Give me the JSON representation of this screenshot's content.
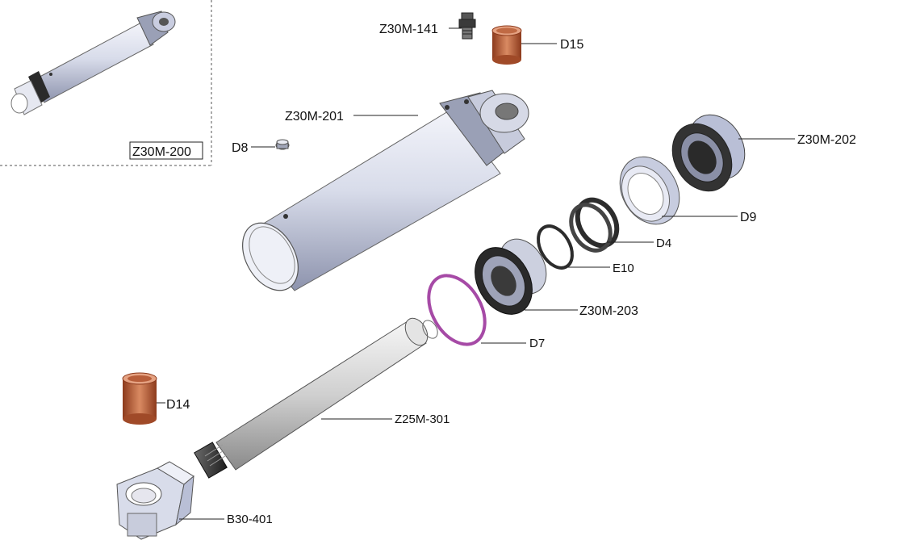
{
  "inset": {
    "label": "Z30M-200"
  },
  "labels": {
    "z30m_141": "Z30M-141",
    "d15": "D15",
    "z30m_201": "Z30M-201",
    "d8": "D8",
    "z30m_202": "Z30M-202",
    "d9": "D9",
    "d4": "D4",
    "e10": "E10",
    "z30m_203": "Z30M-203",
    "d7": "D7",
    "d14": "D14",
    "z25m_301": "Z25M-301",
    "b30_401": "B30-401"
  },
  "colors": {
    "steel_light": "#e3e6f2",
    "steel_mid": "#b9bfd6",
    "steel_dark": "#7e849c",
    "bronze_light": "#d98a62",
    "bronze_dark": "#8c3a1c",
    "seal_dark": "#2c2c2c",
    "seal_ring_purple": "#a64aa6",
    "line": "#222222"
  }
}
